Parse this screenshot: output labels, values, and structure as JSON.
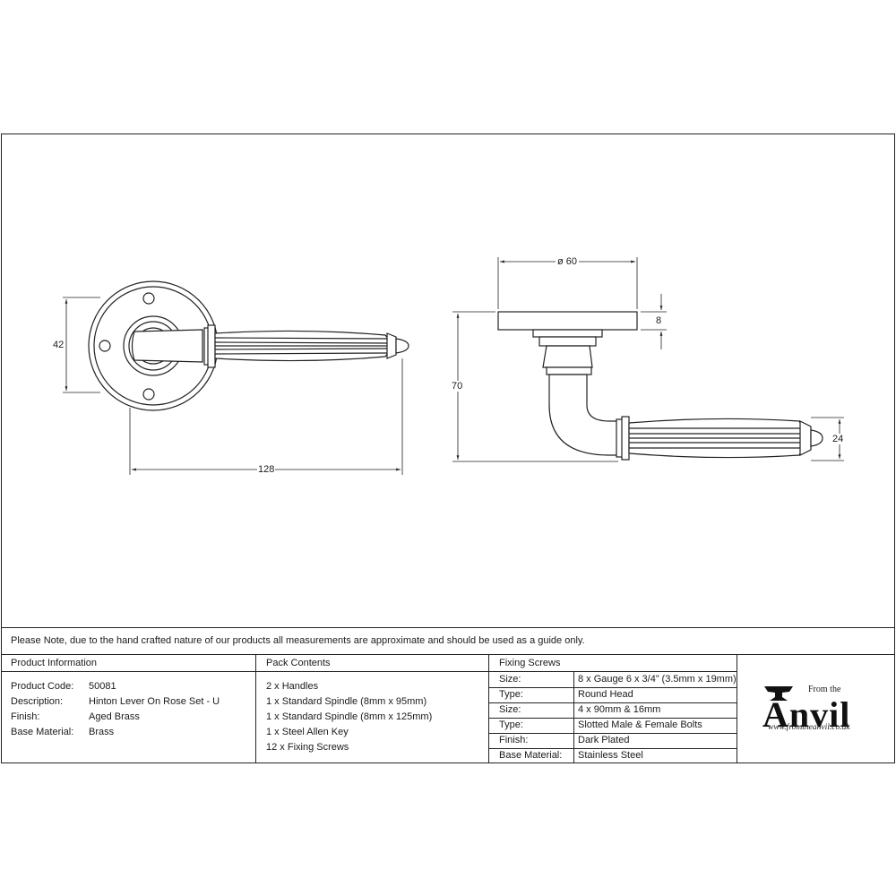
{
  "dimensions": {
    "front_height": "42",
    "front_length": "128",
    "rose_diameter": "ø 60",
    "rose_thickness": "8",
    "side_height": "70",
    "lever_height": "24"
  },
  "note": "Please Note, due to the hand crafted nature of our products all measurements are approximate and should be used as a guide only.",
  "product_information": {
    "heading": "Product Information",
    "rows": [
      {
        "label": "Product Code:",
        "value": "50081"
      },
      {
        "label": "Description:",
        "value": "Hinton Lever On Rose Set - U"
      },
      {
        "label": "Finish:",
        "value": "Aged Brass"
      },
      {
        "label": "Base Material:",
        "value": "Brass"
      }
    ]
  },
  "pack_contents": {
    "heading": "Pack Contents",
    "items": [
      "2 x Handles",
      "1 x Standard Spindle (8mm x 95mm)",
      "1 x Standard Spindle (8mm x 125mm)",
      "1 x Steel Allen Key",
      "12 x Fixing Screws"
    ]
  },
  "fixing_screws": {
    "heading": "Fixing Screws",
    "rows": [
      {
        "label": "Size:",
        "value": "8 x Gauge 6 x 3/4” (3.5mm x 19mm)"
      },
      {
        "label": "Type:",
        "value": "Round Head"
      },
      {
        "label": "Size:",
        "value": "4 x 90mm & 16mm"
      },
      {
        "label": "Type:",
        "value": "Slotted Male & Female Bolts"
      },
      {
        "label": "Finish:",
        "value": "Dark Plated"
      },
      {
        "label": "Base Material:",
        "value": "Stainless Steel"
      }
    ]
  },
  "logo": {
    "from_the": "From the",
    "wordmark": "Anvil",
    "url": "www.fromtheanvil.co.uk"
  }
}
